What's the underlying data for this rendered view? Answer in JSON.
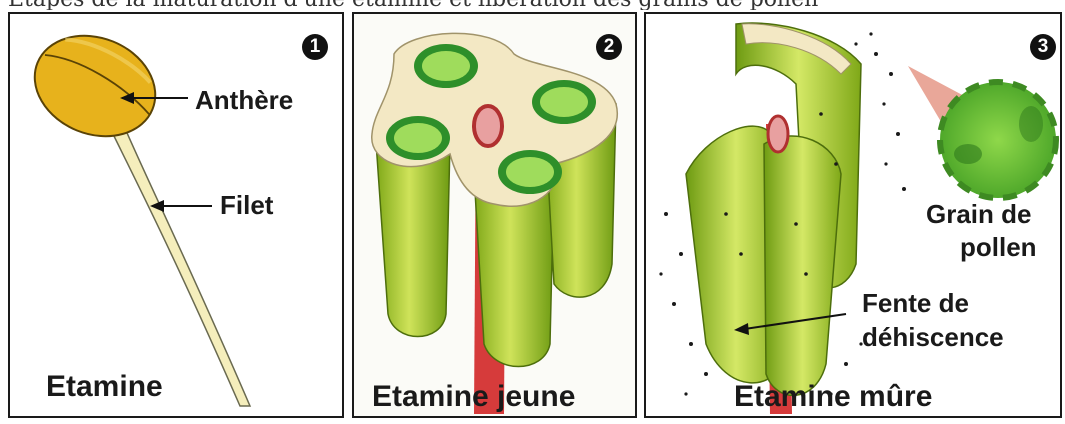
{
  "caption": "Etapes de la maturation d'une étamine et libération des grains de pollen",
  "panels": [
    {
      "number": "1",
      "labels": {
        "anther": "Anthère",
        "filament": "Filet",
        "title": "Etamine"
      }
    },
    {
      "number": "2",
      "labels": {
        "title": "Etamine jeune"
      }
    },
    {
      "number": "3",
      "labels": {
        "pollen_line1": "Grain de",
        "pollen_line2": "pollen",
        "slit_line1": "Fente de",
        "slit_line2": "déhiscence",
        "title": "Etamine mûre"
      }
    }
  ],
  "colors": {
    "anther": "#e7b21c",
    "filament": "#f5eebc",
    "green_light": "#c9e04a",
    "green_dark": "#6e9b12",
    "cross_section": "#f3e8c4",
    "connective": "#d63b3b",
    "pollen": "#7fcf3a"
  }
}
